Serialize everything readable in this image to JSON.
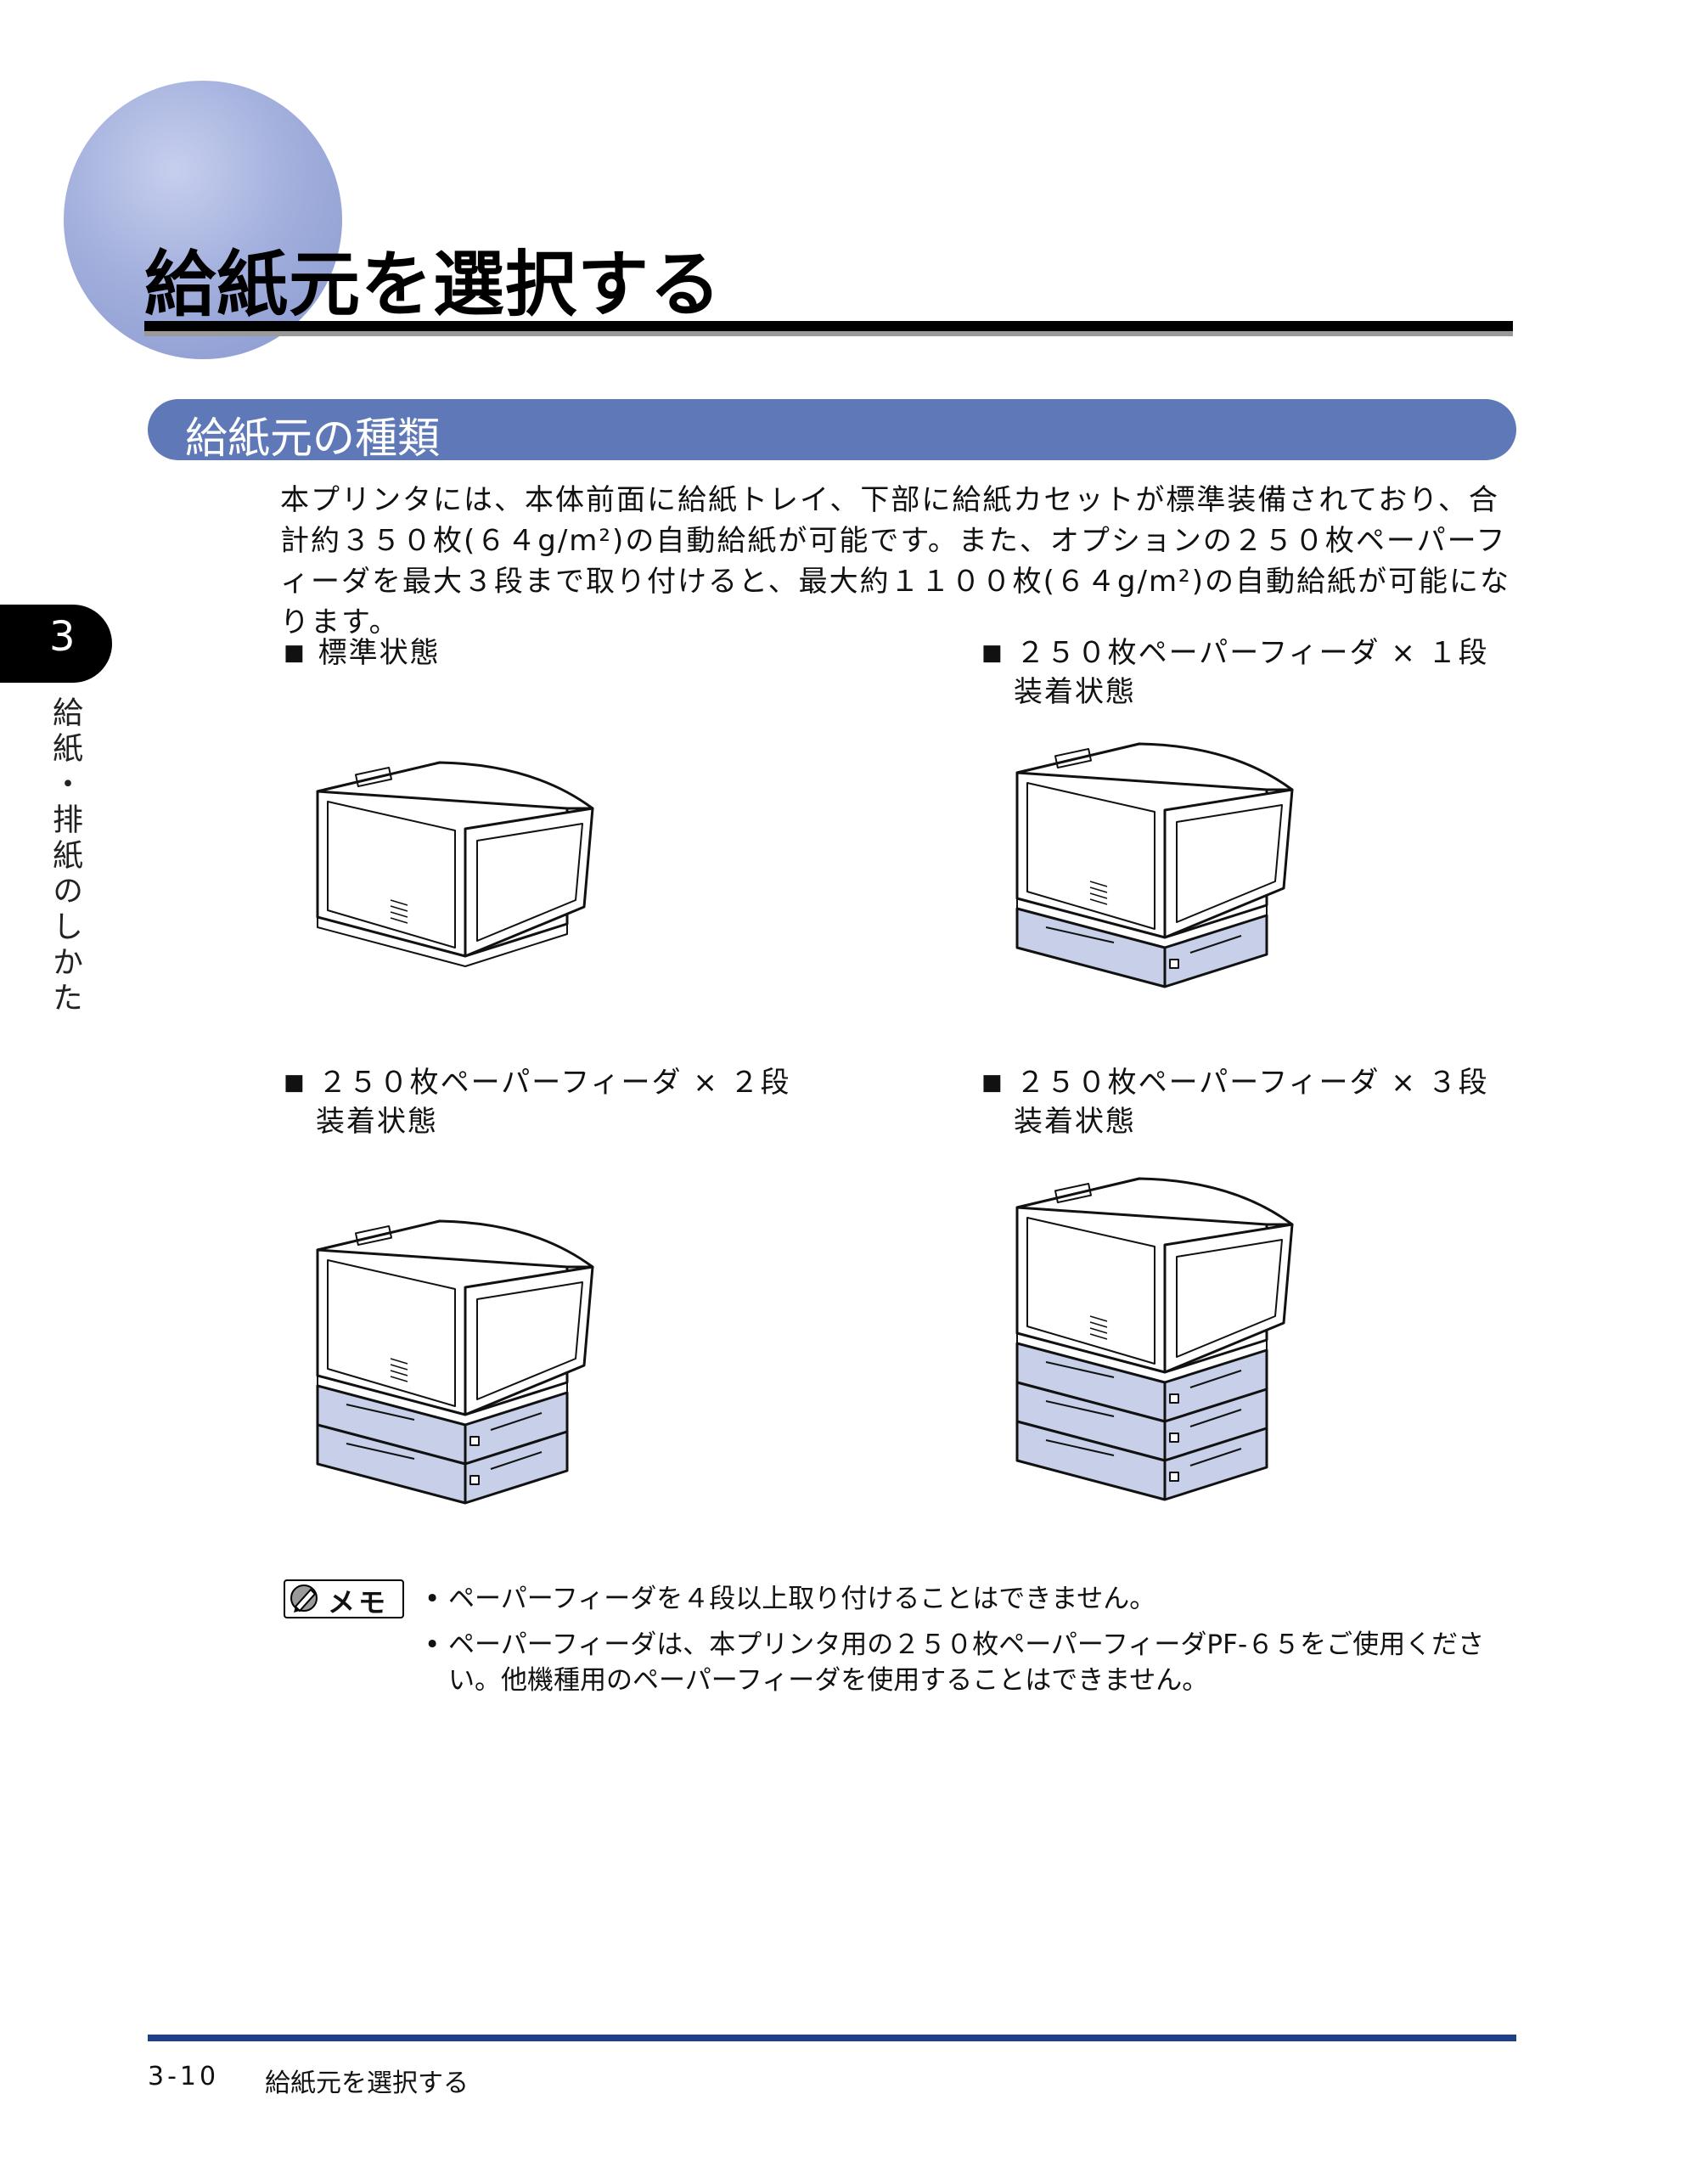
{
  "page": {
    "title": "給紙元を選択する",
    "section_title": "給紙元の種類",
    "intro": "本プリンタには、本体前面に給紙トレイ、下部に給紙カセットが標準装備されており、合計約３５０枚(６４g/m²)の自動給紙が可能です。また、オプションの２５０枚ペーパーフィーダを最大３段まで取り付けると、最大約１１００枚(６４g/m²)の自動給紙が可能になります。"
  },
  "chapter": {
    "number": "3",
    "label": "給紙・排紙のしかた"
  },
  "configs": [
    {
      "bullet": "■",
      "line1": "標準状態",
      "line2": "",
      "feeders": 0
    },
    {
      "bullet": "■",
      "line1": "２５０枚ペーパーフィーダ × １段",
      "line2": "装着状態",
      "feeders": 1
    },
    {
      "bullet": "■",
      "line1": "２５０枚ペーパーフィーダ × ２段",
      "line2": "装着状態",
      "feeders": 2
    },
    {
      "bullet": "■",
      "line1": "２５０枚ペーパーフィーダ × ３段",
      "line2": "装着状態",
      "feeders": 3
    }
  ],
  "memo": {
    "label": "メモ",
    "items": [
      "ペーパーフィーダを４段以上取り付けることはできません。",
      "ペーパーフィーダは、本プリンタ用の２５０枚ペーパーフィーダPF-６５をご使用ください。他機種用のペーパーフィーダを使用することはできません。"
    ]
  },
  "footer": {
    "page_number": "3-10",
    "title": "給紙元を選択する"
  },
  "colors": {
    "section_bar": "#5f79b8",
    "feeder_fill": "#c7d0e8",
    "footer_rule": "#1f3f86",
    "chapter_tab": "#000000"
  },
  "icons": {
    "memo": "pencil-icon"
  }
}
